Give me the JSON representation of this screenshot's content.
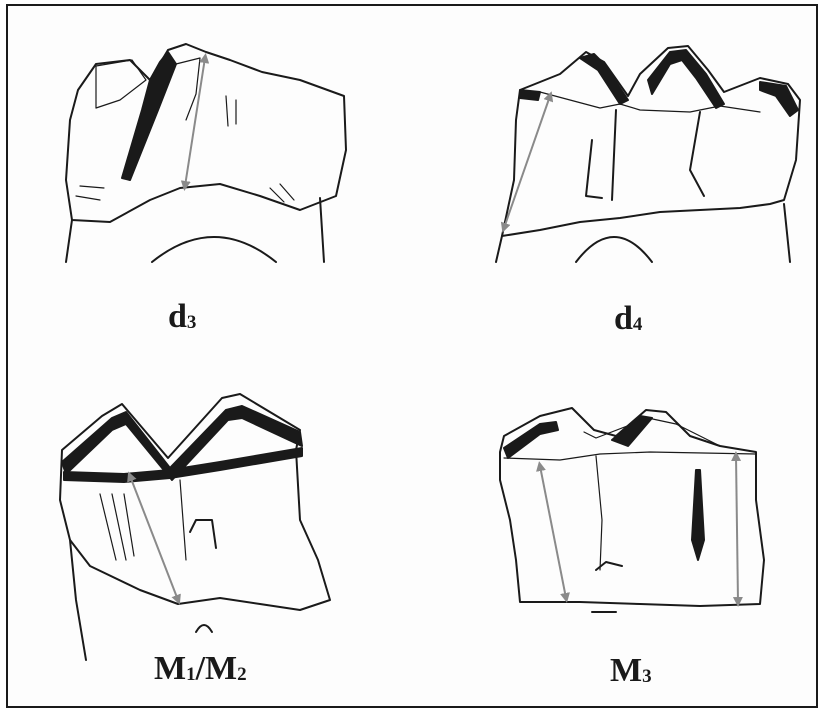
{
  "labels": {
    "d3": {
      "main": "d",
      "sub": "3"
    },
    "d4": {
      "main": "d",
      "sub": "4"
    },
    "m1m2": {
      "m1": "M",
      "s1": "1",
      "sep": "/",
      "m2": "M",
      "s2": "2"
    },
    "m3": {
      "main": "M",
      "sub": "3"
    }
  },
  "colors": {
    "ink": "#1a1a1a",
    "arrow": "#8a8a8a",
    "border": "#1a1a1a"
  }
}
